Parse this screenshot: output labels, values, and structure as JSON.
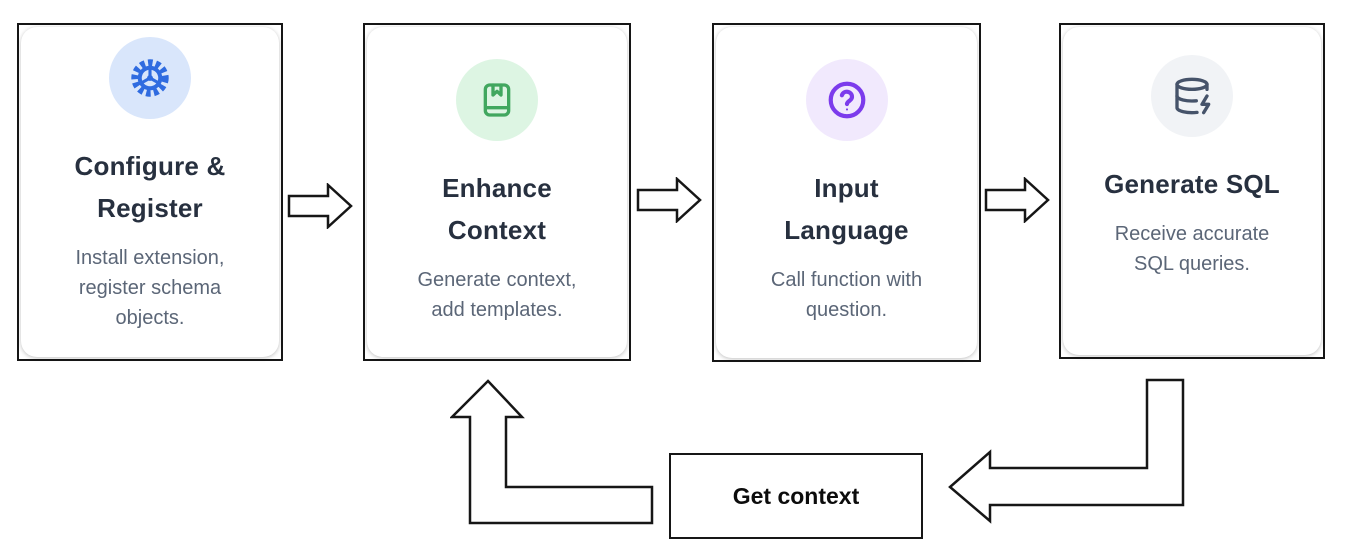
{
  "diagram": {
    "background": "#ffffff",
    "card_border_color": "#161616",
    "title_color": "#27303f",
    "description_color": "#5b6677",
    "arrow_stroke_color": "#161616"
  },
  "cards": [
    {
      "id": "configure-register",
      "icon": "gear-icon",
      "icon_color": "#2f6be0",
      "icon_bg": "#d9e6fb",
      "title": "Configure & Register",
      "title_lines": [
        "Configure &",
        "Register"
      ],
      "description": "Install extension, register schema objects.",
      "description_lines": [
        "Install extension,",
        "register schema",
        "objects."
      ]
    },
    {
      "id": "enhance-context",
      "icon": "book-marked-icon",
      "icon_color": "#41a75f",
      "icon_bg": "#ddf5e3",
      "title": "Enhance Context",
      "title_lines": [
        "Enhance",
        "Context"
      ],
      "description": "Generate context, add templates.",
      "description_lines": [
        "Generate context,",
        "add templates."
      ]
    },
    {
      "id": "input-language",
      "icon": "question-circle-icon",
      "icon_color": "#7c3bec",
      "icon_bg": "#f1e9fd",
      "title": "Input Language",
      "title_lines": [
        "Input",
        "Language"
      ],
      "description": "Call function with question.",
      "description_lines": [
        "Call function with",
        "question."
      ]
    },
    {
      "id": "generate-sql",
      "icon": "database-zap-icon",
      "icon_color": "#46536a",
      "icon_bg": "#f1f3f6",
      "title": "Generate SQL",
      "title_lines": [
        "Generate SQL"
      ],
      "description": "Receive accurate SQL queries.",
      "description_lines": [
        "Receive accurate",
        "SQL queries."
      ]
    }
  ],
  "loop": {
    "label": "Get context"
  }
}
